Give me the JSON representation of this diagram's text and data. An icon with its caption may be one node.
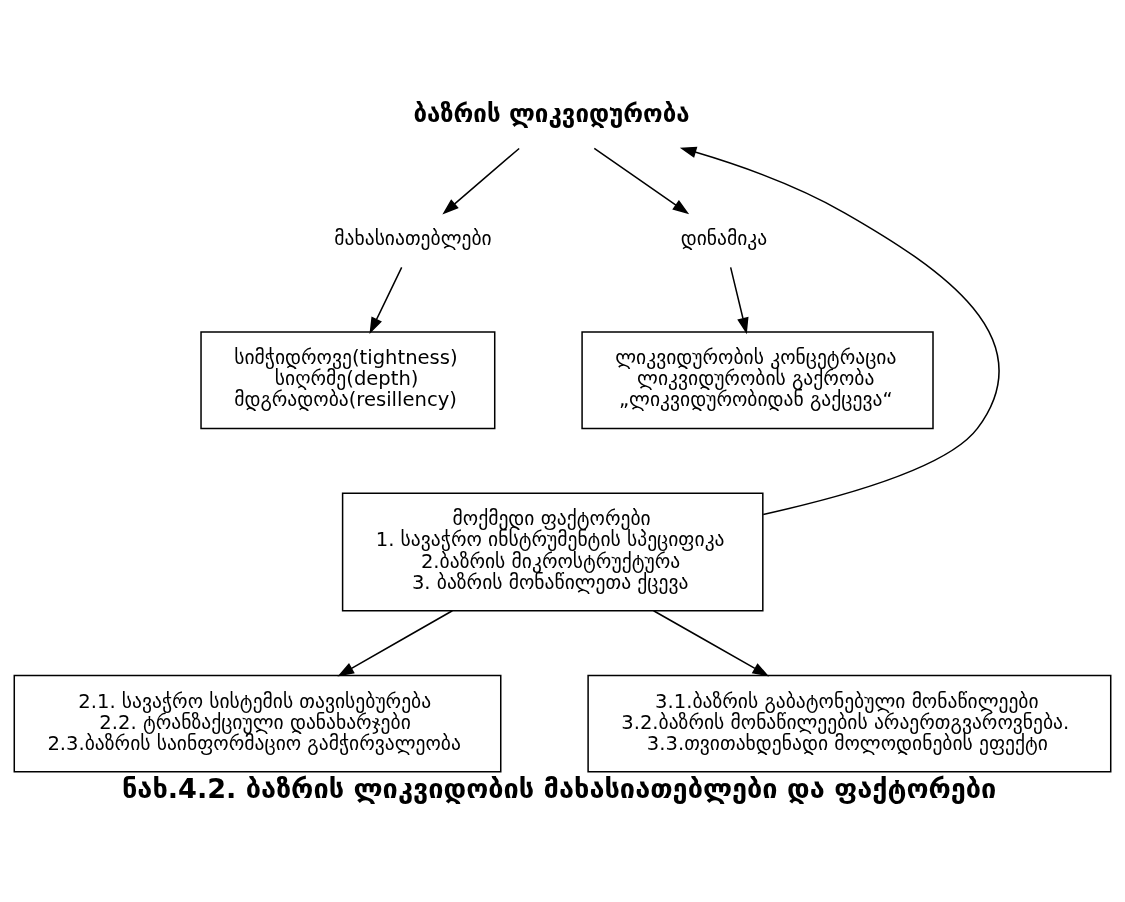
{
  "diagram": {
    "caption": "ნახ.4.2. ბაზრის ლიკვიდობის მახასიათებლები და ფაქტორები",
    "nodes": [
      {
        "text": [
          "ბაზრის ლიკვიდურობა"
        ]
      },
      {
        "text": [
          "მახასიათებლები"
        ]
      },
      {
        "text": [
          "დინამიკა"
        ]
      },
      {
        "text": [
          "სიმჭიდროვე(tightness)",
          "სიღრმე(depth)",
          "მდგრადობა(resillency)"
        ]
      },
      {
        "text": [
          "ლიკვიდურობის კონცეტრაცია",
          "ლიკვიდურობის გაქრობა",
          "„ლიკვიდურობიდან გაქცევა“"
        ]
      },
      {
        "text": [
          "მოქმედი ფაქტორები",
          "1. სავაჭრო ინსტრუმენტის სპეციფიკა",
          "2.ბაზრის მიკროსტრუქტურა",
          "3. ბაზრის მონაწილეთა ქცევა"
        ]
      },
      {
        "text": [
          "2.1. სავაჭრო სისტემის თავისებურება",
          "2.2. ტრანზაქციული დანახარჯები",
          "2.3.ბაზრის საინფორმაციო გამჭირვალეობა"
        ]
      },
      {
        "text": [
          "3.1.ბაზრის გაბატონებული მონაწილეები",
          "3.2.ბაზრის მონაწილეების არაერთგვაროვნება.",
          "3.3.თვითახდენადი მოლოდინების ეფექტი"
        ]
      }
    ],
    "edges": [
      {
        "from": 0,
        "to": 1,
        "arrow": "to"
      },
      {
        "from": 0,
        "to": 2,
        "arrow": "to"
      },
      {
        "from": 5,
        "to": 0,
        "arrow": "to"
      },
      {
        "from": 1,
        "to": 3,
        "arrow": "to"
      },
      {
        "from": 2,
        "to": 4,
        "arrow": "to"
      },
      {
        "from": 5,
        "to": 6,
        "arrow": "to"
      },
      {
        "from": 5,
        "to": 7,
        "arrow": "to"
      }
    ]
  }
}
